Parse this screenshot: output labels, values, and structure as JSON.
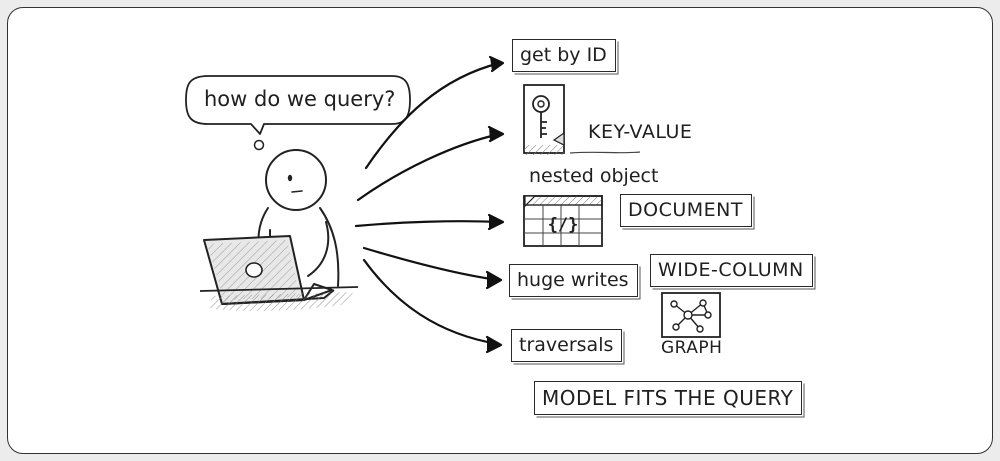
{
  "speech_bubble": {
    "text": "how do we query?"
  },
  "queries": {
    "get_by_id": "get by ID",
    "nested_object": "nested object",
    "huge_writes": "huge writes",
    "traversals": "traversals"
  },
  "models": {
    "key_value": "KEY-VALUE",
    "document": "DOCUMENT",
    "wide_column": "WIDE-COLUMN",
    "graph": "GRAPH"
  },
  "footer": {
    "text": "MODEL FITS THE QUERY"
  },
  "icons": [
    "key-icon",
    "document-grid-icon",
    "graph-network-icon",
    "laptop-icon"
  ],
  "colors": {
    "ink": "#222222",
    "background": "#ffffff",
    "page": "#ececec"
  }
}
